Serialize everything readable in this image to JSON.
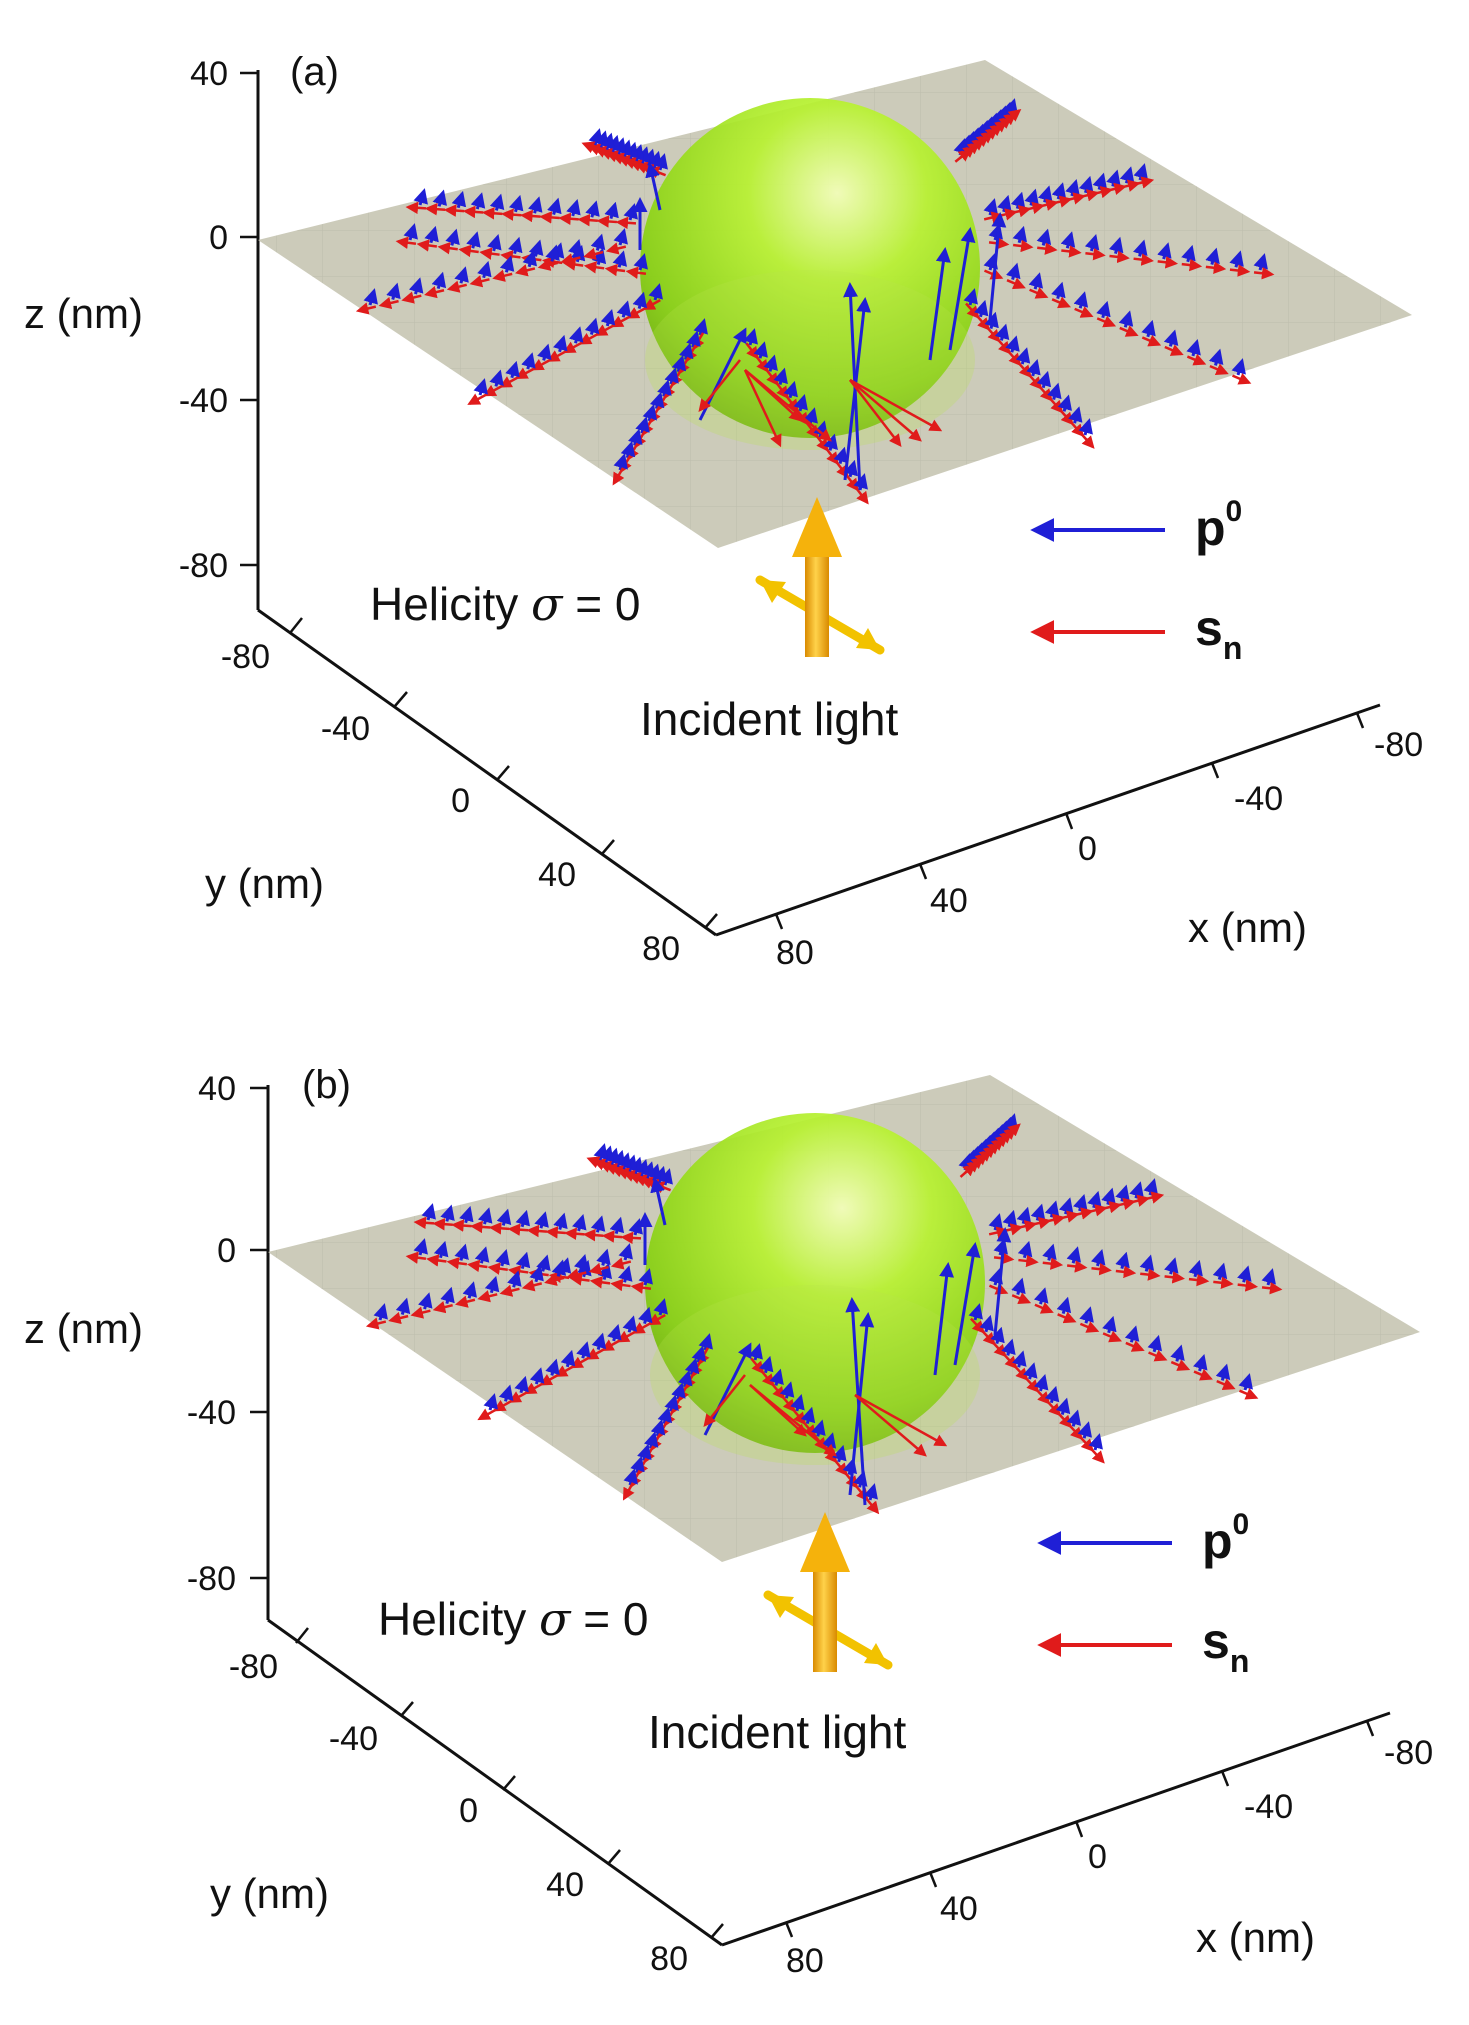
{
  "panels": [
    {
      "label": "(a)",
      "helicity_text": "Helicity",
      "helicity_symbol": "σ",
      "helicity_value": "= 0",
      "incident_label": "Incident light",
      "legend": [
        {
          "symbol": "p",
          "sup": "0",
          "sub": "",
          "color": "#1f1fd6"
        },
        {
          "symbol": "s",
          "sup": "",
          "sub": "n",
          "color": "#e01b1b"
        }
      ],
      "axes": {
        "z_label": "z (nm)",
        "y_label": "y (nm)",
        "x_label": "x (nm)",
        "z_ticks": [
          "40",
          "0",
          "-40",
          "-80"
        ],
        "y_ticks": [
          "-80",
          "-40",
          "0",
          "40",
          "80"
        ],
        "x_ticks": [
          "-80",
          "-40",
          "0",
          "40",
          "80"
        ]
      }
    },
    {
      "label": "(b)",
      "helicity_text": "Helicity",
      "helicity_symbol": "σ",
      "helicity_value": "= 0",
      "incident_label": "Incident light",
      "legend": [
        {
          "symbol": "p",
          "sup": "0",
          "sub": "",
          "color": "#1f1fd6"
        },
        {
          "symbol": "s",
          "sup": "",
          "sub": "n",
          "color": "#e01b1b"
        }
      ],
      "axes": {
        "z_label": "z (nm)",
        "y_label": "y (nm)",
        "x_label": "x (nm)",
        "z_ticks": [
          "40",
          "0",
          "-40",
          "-80"
        ],
        "y_ticks": [
          "-80",
          "-40",
          "0",
          "40",
          "80"
        ],
        "x_ticks": [
          "-80",
          "-40",
          "0",
          "40",
          "80"
        ]
      }
    }
  ],
  "colors": {
    "plane": "#c9c8b6",
    "sphere": "#9be21e",
    "arrow_p0": "#1f1fd6",
    "arrow_sn": "#e01b1b",
    "incident_arrow": "#f5b20c"
  }
}
